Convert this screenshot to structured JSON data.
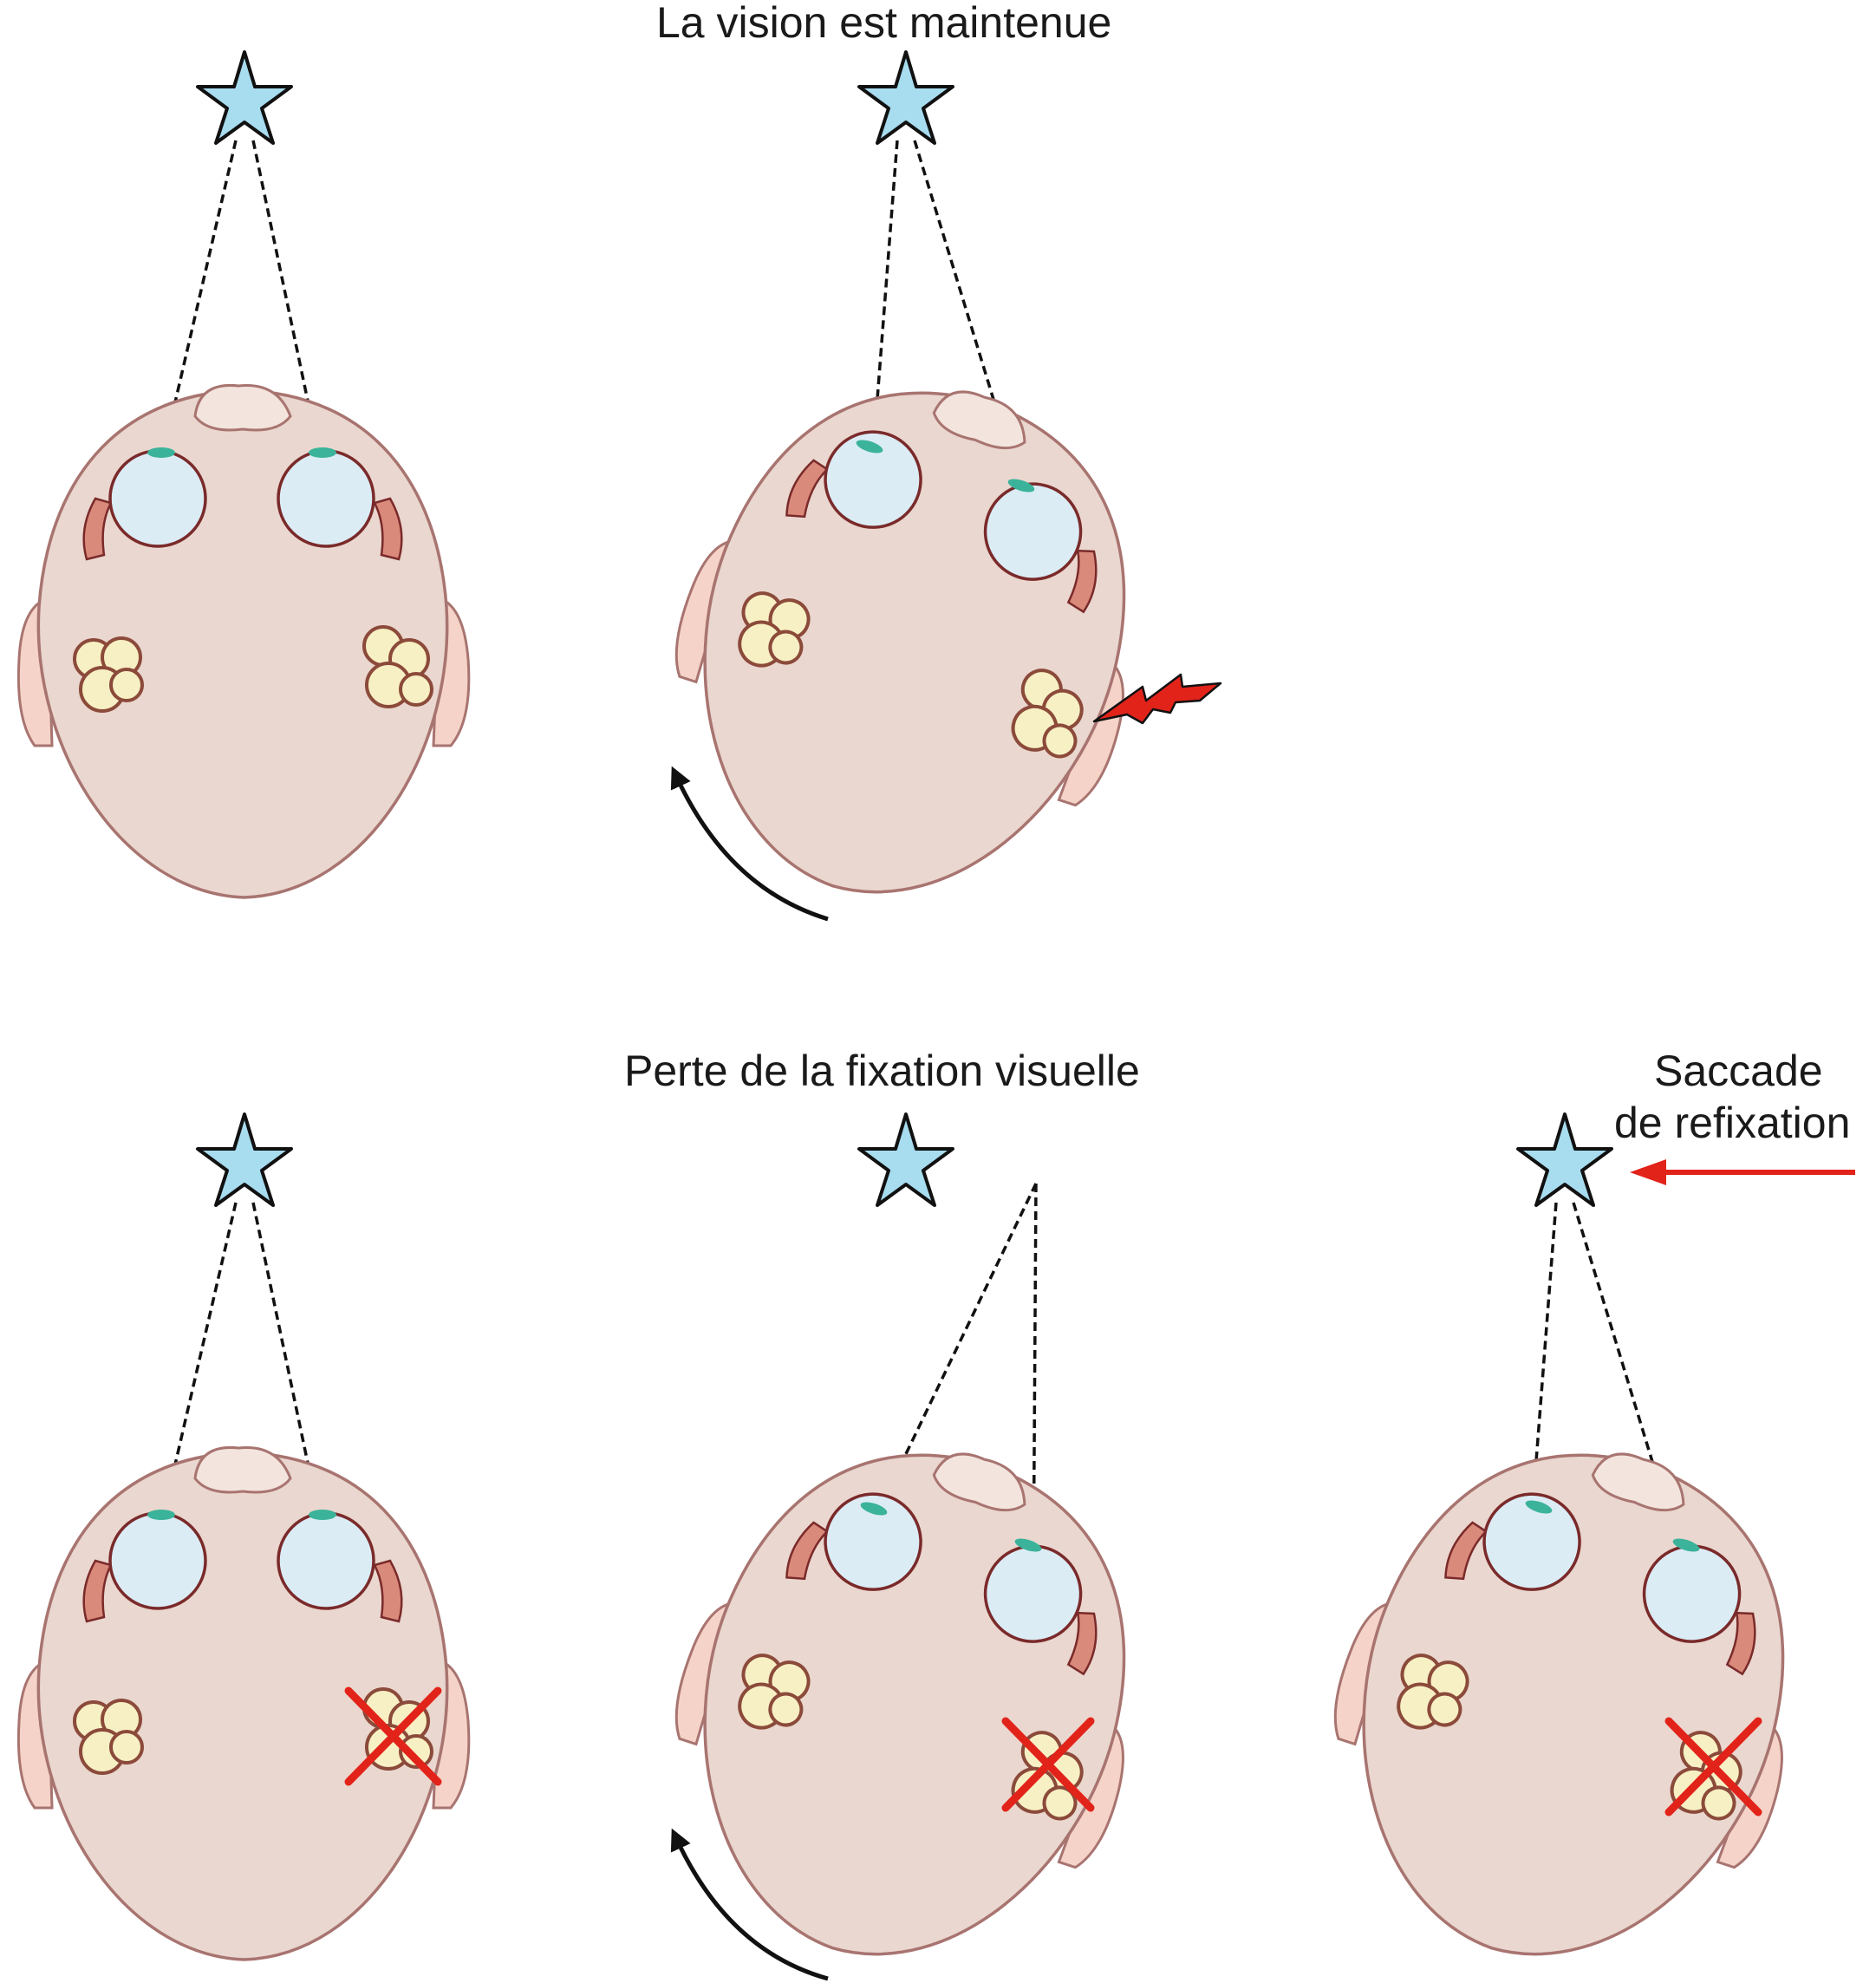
{
  "labels": {
    "vision_maintained": "La vision est maintenue",
    "loss_of_fixation": "Perte de la fixation visuelle",
    "saccade_line1": "Saccade",
    "saccade_line2": "de refixation"
  },
  "colors": {
    "star_fill": "#a8dcef",
    "head_fill": "#ead7cf",
    "head_outline": "#a87470",
    "eye_fill": "#dbecf5",
    "eye_outline": "#7a2a2a",
    "iris": "#3bb39a",
    "muscle": "#d98a7a",
    "ear_fill": "#f5d3c8",
    "inner_ear_fill": "#f7f0c4",
    "inner_ear_outline": "#8b4a3a",
    "cross": "#e2231a",
    "lightning": "#e2231a",
    "saccade_arrow": "#e2231a",
    "rotation_arrow": "#111111"
  },
  "panels": [
    {
      "id": "top-left",
      "head_rotated": false,
      "gaze_on_target": true,
      "right_inner_ear_damaged": false,
      "stimulus": false,
      "rotation_arrow": false
    },
    {
      "id": "top-middle",
      "head_rotated": true,
      "gaze_on_target": true,
      "right_inner_ear_damaged": false,
      "stimulus": true,
      "rotation_arrow": true
    },
    {
      "id": "bottom-left",
      "head_rotated": false,
      "gaze_on_target": true,
      "right_inner_ear_damaged": true,
      "stimulus": false,
      "rotation_arrow": false
    },
    {
      "id": "bottom-middle",
      "head_rotated": true,
      "gaze_on_target": false,
      "right_inner_ear_damaged": true,
      "stimulus": false,
      "rotation_arrow": true
    },
    {
      "id": "bottom-right",
      "head_rotated": true,
      "gaze_on_target": true,
      "right_inner_ear_damaged": true,
      "stimulus": false,
      "rotation_arrow": false,
      "saccade_arrow": true
    }
  ]
}
